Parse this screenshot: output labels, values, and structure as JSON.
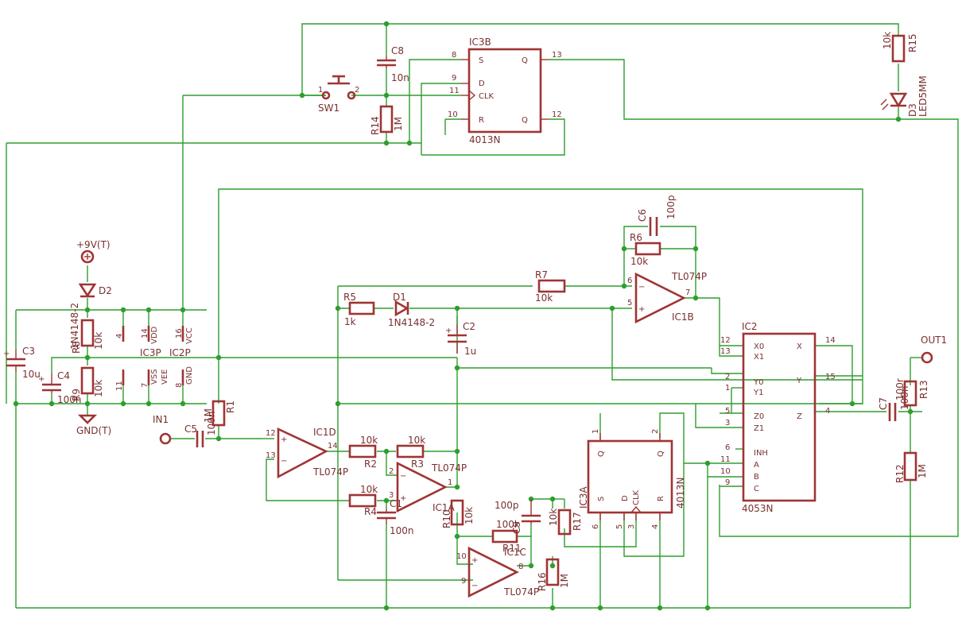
{
  "schematic": {
    "ic3b": {
      "name": "IC3B",
      "part": "4013N",
      "pins": {
        "S": "S",
        "D": "D",
        "CLK": "CLK",
        "R": "R",
        "Q": "Q",
        "QN": "Q",
        "n8": "8",
        "n9": "9",
        "n11": "11",
        "n10": "10",
        "n13": "13",
        "n12": "12"
      }
    },
    "ic3a": {
      "name": "IC3A",
      "part": "4013N",
      "pins": {
        "Q": "Q",
        "QN": "Q",
        "S": "S",
        "D": "D",
        "CLK": "CLK",
        "R": "R",
        "n1": "1",
        "n2": "2",
        "n6": "6",
        "n5": "5",
        "n3": "3",
        "n4": "4"
      }
    },
    "ic2": {
      "name": "IC2",
      "part": "4053N",
      "left": [
        "X0",
        "X1",
        "Y0",
        "Y1",
        "Z0",
        "Z1",
        "INH",
        "A",
        "B",
        "C"
      ],
      "leftnum": [
        "12",
        "13",
        "2",
        "1",
        "5",
        "3",
        "6",
        "11",
        "10",
        "9"
      ],
      "right": [
        "X",
        "Y",
        "Z"
      ],
      "rightnum": [
        "14",
        "15",
        "4"
      ]
    },
    "opamps": {
      "ic1a": {
        "name": "IC1A",
        "part": "TL074P",
        "pins": [
          "2",
          "3",
          "1"
        ]
      },
      "ic1b": {
        "name": "IC1B",
        "part": "TL074P",
        "pins": [
          "6",
          "5",
          "7"
        ]
      },
      "ic1c": {
        "name": "IC1C",
        "part": "TL074P",
        "pins": [
          "10",
          "9",
          "8"
        ]
      },
      "ic1d": {
        "name": "IC1D",
        "part": "TL074P",
        "pins": [
          "12",
          "13",
          "14"
        ]
      }
    },
    "power": {
      "ic3p": "IC3P",
      "ic2p": "IC2P",
      "pins_top": [
        "4",
        "14",
        "16"
      ],
      "pins_bot": [
        "11",
        "7",
        "8"
      ],
      "labels_top": [
        "VDD",
        "VCC"
      ],
      "labels_bot": [
        "VSS",
        "VEE",
        "GND"
      ]
    },
    "supply": {
      "vplus": "+9V(T)",
      "gnd": "GND(T)"
    },
    "parts": {
      "c8": {
        "name": "C8",
        "value": "10n"
      },
      "r14": {
        "name": "R14",
        "value": "1M"
      },
      "sw1": {
        "name": "SW1",
        "p1": "1",
        "p2": "2"
      },
      "r15": {
        "name": "R15",
        "value": "10k"
      },
      "d3": {
        "name": "D3",
        "value": "LED5MM"
      },
      "d2": {
        "name": "D2",
        "value": "1N4148-2"
      },
      "r8": {
        "name": "R8",
        "value": "10k"
      },
      "r9": {
        "name": "R9",
        "value": "10k"
      },
      "c3": {
        "name": "C3",
        "value": "10u"
      },
      "c4": {
        "name": "C4",
        "value": "100n"
      },
      "c6": {
        "name": "C6",
        "value": "100p"
      },
      "r6": {
        "name": "R6",
        "value": "10k"
      },
      "r7": {
        "name": "R7",
        "value": "10k"
      },
      "r5": {
        "name": "R5",
        "value": "1k"
      },
      "d1": {
        "name": "D1",
        "value": "1N4148-2"
      },
      "c2": {
        "name": "C2",
        "value": "1u"
      },
      "in1": {
        "name": "IN1"
      },
      "c5": {
        "name": "C5",
        "value": "100n"
      },
      "r1": {
        "name": "R1",
        "value": "1M"
      },
      "r2": {
        "name": "R2",
        "value": "10k"
      },
      "r3": {
        "name": "R3",
        "value": "10k"
      },
      "r4": {
        "name": "R4",
        "value": "10k"
      },
      "c1": {
        "name": "C1",
        "value": "100n"
      },
      "r10": {
        "name": "R10",
        "value": "10k"
      },
      "r11": {
        "name": "R11",
        "value": "100k"
      },
      "c9": {
        "name": "C9",
        "value": "100p"
      },
      "r17": {
        "name": "R17",
        "value": "10k"
      },
      "r16": {
        "name": "R16",
        "value": "1M"
      },
      "c7": {
        "name": "C7",
        "value": "100n"
      },
      "r13": {
        "name": "R13",
        "value": "100r"
      },
      "r12": {
        "name": "R12",
        "value": "1M"
      },
      "out1": {
        "name": "OUT1"
      }
    }
  }
}
